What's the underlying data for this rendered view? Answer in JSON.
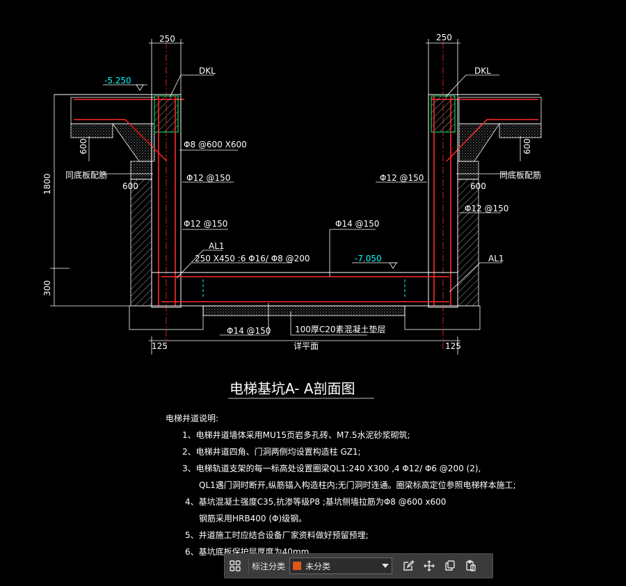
{
  "drawing": {
    "title": "电梯基坑A- A剖面图",
    "dims": {
      "top_left": "250",
      "top_right": "250",
      "left_height": "1800",
      "left_lower": "300",
      "left_600": "600",
      "right_600": "600",
      "left_600b": "600",
      "right_600b": "600",
      "bottom_left": "125",
      "bottom_right": "125",
      "bottom_mid": "详平面"
    },
    "labels": {
      "elev_top": "-5.250",
      "elev_bottom": "-7.050",
      "dkl_left": "DKL",
      "dkl_right": "DKL",
      "phi8": "Φ8 @600 X600",
      "tong_left": "同底板配筋",
      "tong_right": "同底板配筋",
      "phi12_a": "Φ12 @150",
      "phi12_b": "Φ12 @150",
      "phi12_c": "Φ12 @150",
      "phi12_d": "Φ12 @150",
      "phi14_mid": "Φ14 @150",
      "al1_left": "AL1",
      "al1_spec": "250 X450 :6 Φ16/ Φ8 @200",
      "al1_right": "AL1",
      "phi14_bottom": "Φ14 @150",
      "c20": "100厚C20素混凝土垫层"
    }
  },
  "notes": {
    "heading": "电梯井道说明:",
    "lines": [
      "1、电梯井道墙体采用MU15页岩多孔砖、M7.5水泥砂浆砌筑;",
      "2、电梯井道四角、门洞两侧均设置构造柱 GZ1;",
      "3、电梯轨道支架的每一标高处设置圈梁QL1:240 X300 ,4 Φ12/ Φ6 @200 (2),",
      "QL1遇门洞时断开,纵筋锚入构造柱内;无门洞时连通。圈梁标高定位参照电梯样本施工;",
      "4、基坑混凝土强度C35,抗渗等级P8 ;基坑侧墙拉筋为Φ8 @600 x600",
      "钢筋采用HRB400 (Φ)级钢。",
      "5、井道施工时应结合设备厂家资料做好预留预埋;",
      "6、基坑底板保护层厚度为40mm"
    ]
  },
  "toolbar": {
    "label": "标注分类",
    "select_value": "未分类",
    "select_color": "#e0561b",
    "icons": [
      "grid-icon",
      "chevron-down-icon",
      "edit-icon",
      "move-icon",
      "copy-icon",
      "paste-icon"
    ]
  },
  "colors": {
    "rebar": "#ff2a2a",
    "lines": "#ffffff",
    "dims": "#ffffff",
    "elev": "#00ffff",
    "hatch": "#cccccc",
    "yellow": "#ffff00",
    "green": "#00ff66"
  }
}
